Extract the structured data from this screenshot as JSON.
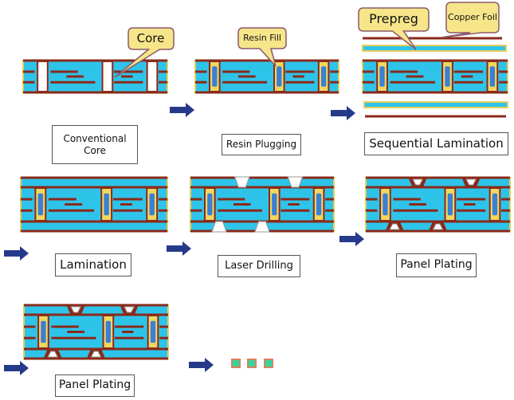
{
  "callouts": {
    "core": "Core",
    "resin_fill": "Resin Fill",
    "prepreg": "Prepreg",
    "copper_foil": "Copper Foil"
  },
  "steps": [
    {
      "label": "Conventional Core"
    },
    {
      "label": "Resin Plugging"
    },
    {
      "label": "Sequential Lamination"
    },
    {
      "label": "Lamination"
    },
    {
      "label": "Laser Drilling"
    },
    {
      "label": "Panel Plating"
    },
    {
      "label": "Panel Plating"
    }
  ],
  "colors": {
    "copper": "#8b2a1a",
    "dielectric": "#2ec4ea",
    "resin": "#3a7fd8",
    "border": "#e8cf5a",
    "arrow": "#263a8a",
    "callout_fill": "#f7e58a",
    "callout_stroke": "#8a5a6a"
  }
}
